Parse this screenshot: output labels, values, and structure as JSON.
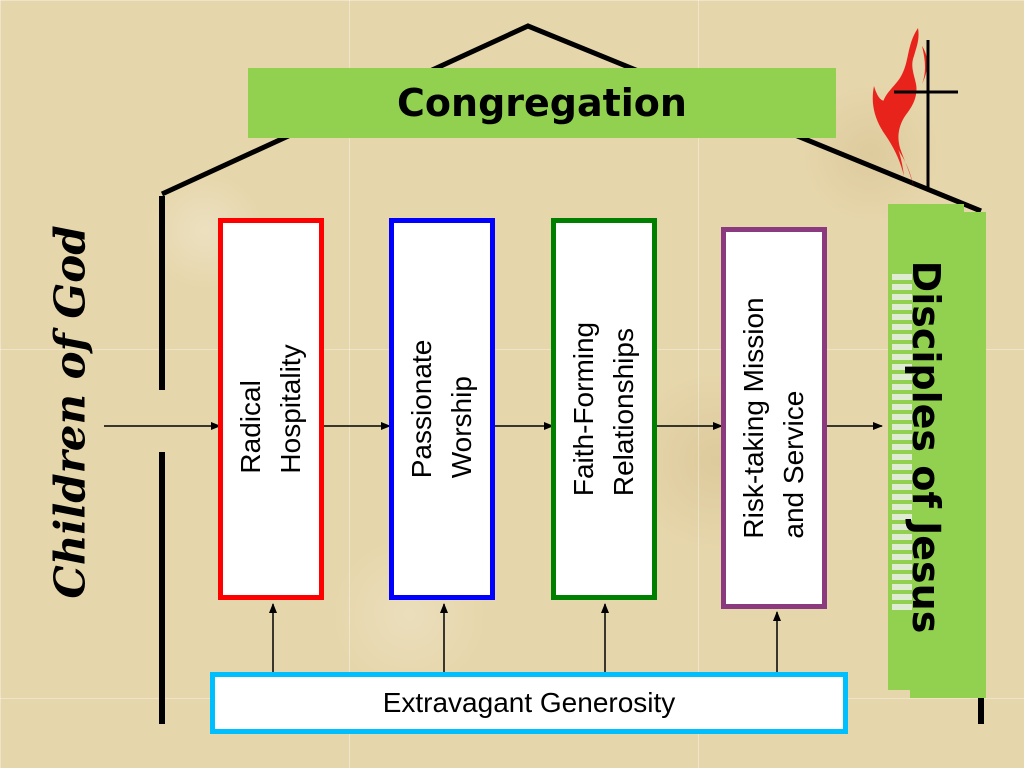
{
  "header": {
    "title": "Congregation"
  },
  "left_label": "Children of God",
  "right_label": "Disciples of Jesus",
  "columns": [
    {
      "label": "Radical\nHospitality",
      "color": "#ff0000"
    },
    {
      "label": "Passionate\nWorship",
      "color": "#0000ff"
    },
    {
      "label": "Faith-Forming\nRelationships",
      "color": "#008000"
    },
    {
      "label": "Risk-taking Mission\nand Service",
      "color": "#8b3a7f"
    }
  ],
  "foundation": {
    "label": "Extravagant Generosity",
    "color": "#00bfff"
  },
  "colors": {
    "accent_green": "#92d050",
    "flame_red": "#e8231c",
    "structure": "#000000"
  },
  "logo": {
    "icon": "cross-and-flame-icon"
  }
}
